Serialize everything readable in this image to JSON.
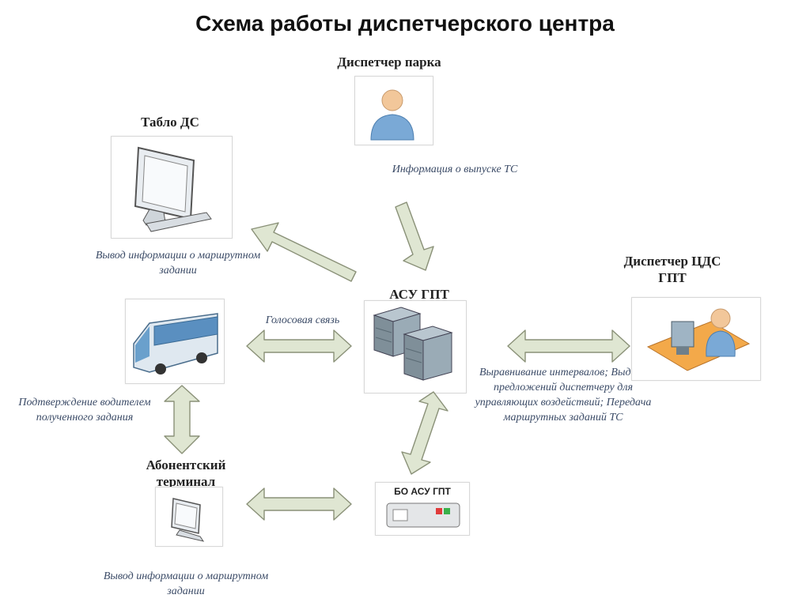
{
  "title": "Схема работы диспетчерского центра",
  "nodes": {
    "park_dispatcher": {
      "label": "Диспетчер парка"
    },
    "board": {
      "label": "Табло ДС"
    },
    "asu": {
      "label": "АСУ ГПТ"
    },
    "cds_dispatcher": {
      "label": "Диспетчер ЦДС ГПТ"
    },
    "terminal": {
      "label": "Абонентский терминал"
    },
    "bo_asu": {
      "label": "БО АСУ ГПТ"
    }
  },
  "notes": {
    "release_info": "Информация о выпуске ТС",
    "route_info_top": "Вывод информации о маршрутном задании",
    "voice": "Голосовая связь",
    "intervals": "Выравнивание интервалов; Выдача предложений диспетчеру для управляющих воздействий; Передача маршрутных заданий ТС",
    "confirmation": "Подтверждение водителем полученного задания",
    "route_info_bottom": "Вывод информации о маршрутном задании"
  }
}
